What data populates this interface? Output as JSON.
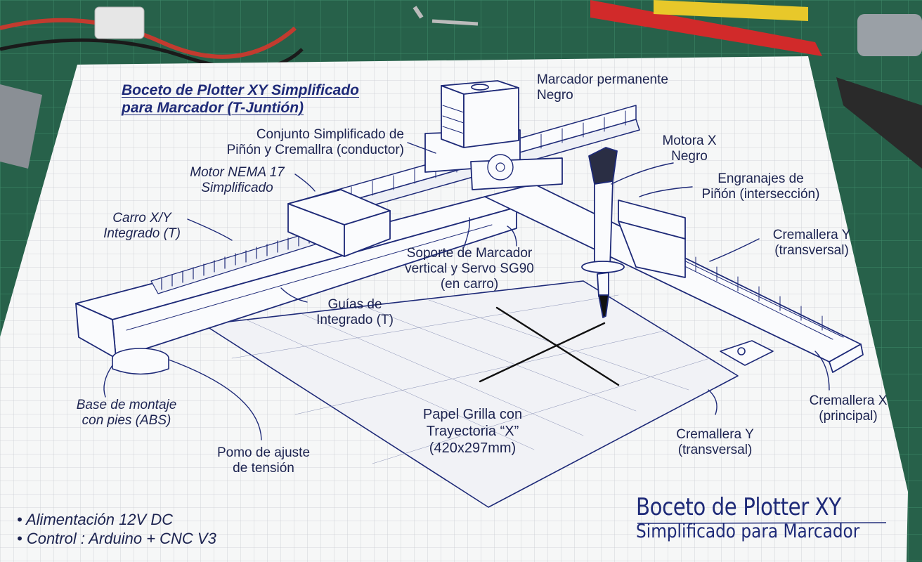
{
  "title_top": {
    "line1": "Boceto de Plotter XY Simplificado",
    "line2": "para Marcador (T-Juntión)"
  },
  "title_bottom": {
    "line1": "Boceto de Plotter XY",
    "line2": "Simplificado para Marcador"
  },
  "labels": {
    "marcador": [
      "Marcador permanente",
      "Negro"
    ],
    "conjunto": [
      "Conjunto Simplificado de",
      "Piñón y Cremallra (conductor)"
    ],
    "motora_x": [
      "Motora X",
      "Negro"
    ],
    "motor_nema": [
      "Motor NEMA 17",
      "Simplificado"
    ],
    "engranajes": [
      "Engranajes de",
      "Piñón (intersección)"
    ],
    "carro": [
      "Carro X/Y",
      "Integrado (T)"
    ],
    "cremallera_y_top": [
      "Cremallera Y",
      "(transversal)"
    ],
    "soporte": [
      "Soporte de Marcador",
      "vertical y Servo SG90",
      "(en carro)"
    ],
    "guias": [
      "Guías de",
      "Integrado (T)"
    ],
    "base": [
      "Base de montaje",
      "con pies (ABS)"
    ],
    "cremallera_x": [
      "Cremallera X",
      "(principal)"
    ],
    "papel": [
      "Papel Grilla con",
      "Trayectoria “X”",
      "(420x297mm)"
    ],
    "cremallera_y_bottom": [
      "Cremallera Y",
      "(transversal)"
    ],
    "pomo": [
      "Pomo de ajuste",
      "de tensión"
    ]
  },
  "notes": [
    "• Alimentación 12V DC",
    "• Control : Arduino + CNC V3"
  ],
  "colors": {
    "ink": "#1e2a78",
    "mat": "#27614a",
    "paper": "#f6f7f7",
    "grid": "#c9ccd2"
  }
}
